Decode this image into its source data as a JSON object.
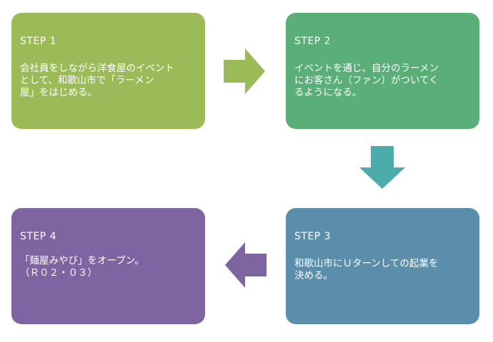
{
  "colors": {
    "step1": "#9bbb59",
    "step2": "#5aaf78",
    "step3": "#5b8eab",
    "step4": "#7f64a2",
    "arrow_right": "#9bbb59",
    "arrow_down": "#4bacab",
    "arrow_left": "#7f64a2"
  },
  "steps": [
    {
      "label": "STEP 1",
      "text": "会社員をしながら洋食屋のイベント\nとして、和歌山市で「ラーメン\n屋」をはじめる。"
    },
    {
      "label": "STEP 2",
      "text": "イベントを通じ、自分のラーメン\nにお客さん（ファン）がついてく\nるようになる。"
    },
    {
      "label": "STEP 3",
      "text": "和歌山市にＵターンしての起業を\n決める。"
    },
    {
      "label": "STEP 4",
      "text": "「麺屋みやび」をオープン。\n（Ｒ０２・０３）"
    }
  ],
  "arrows": [
    {
      "direction": "right",
      "icon": "arrow-right-icon"
    },
    {
      "direction": "down",
      "icon": "arrow-down-icon"
    },
    {
      "direction": "left",
      "icon": "arrow-left-icon"
    }
  ]
}
